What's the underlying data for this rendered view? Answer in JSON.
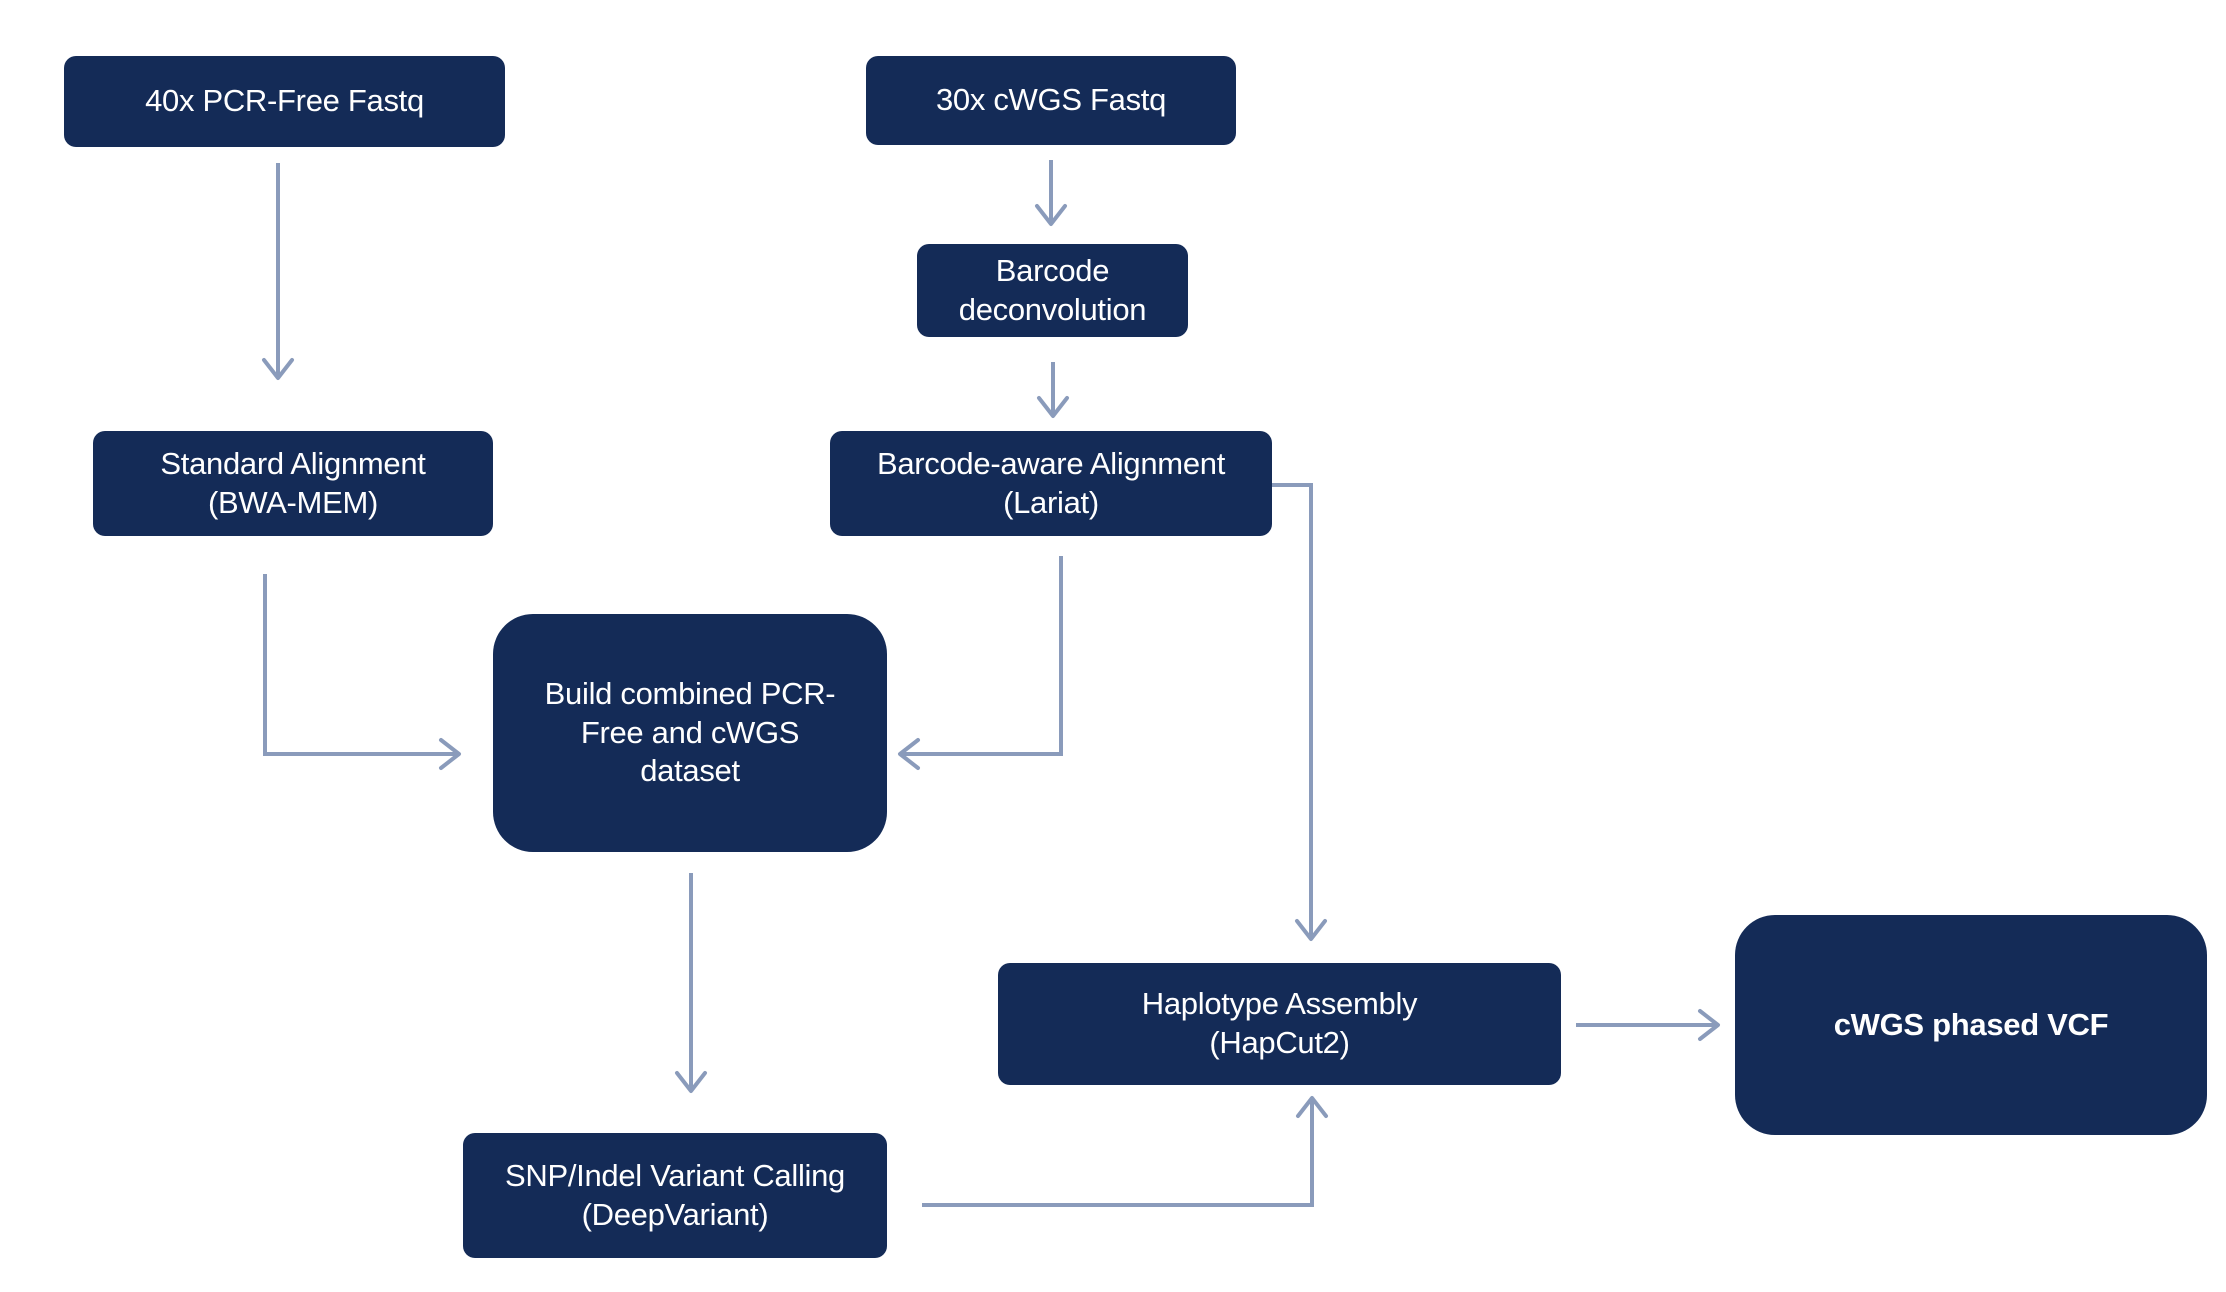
{
  "diagram": {
    "nodes": {
      "pcr_free_fastq": "40x PCR-Free Fastq",
      "cwgs_fastq": "30x cWGS Fastq",
      "barcode_deconvolution": "Barcode\ndeconvolution",
      "standard_alignment": "Standard Alignment\n(BWA-MEM)",
      "barcode_aware_alignment": "Barcode-aware Alignment\n(Lariat)",
      "combined_dataset": "Build combined PCR-\nFree and cWGS\ndataset",
      "variant_calling": "SNP/Indel Variant Calling\n(DeepVariant)",
      "haplotype_assembly": "Haplotype Assembly\n(HapCut2)",
      "phased_vcf": "cWGS phased VCF"
    },
    "edges": [
      [
        "pcr_free_fastq",
        "standard_alignment"
      ],
      [
        "cwgs_fastq",
        "barcode_deconvolution"
      ],
      [
        "barcode_deconvolution",
        "barcode_aware_alignment"
      ],
      [
        "standard_alignment",
        "combined_dataset"
      ],
      [
        "barcode_aware_alignment",
        "combined_dataset"
      ],
      [
        "barcode_aware_alignment",
        "haplotype_assembly"
      ],
      [
        "combined_dataset",
        "variant_calling"
      ],
      [
        "variant_calling",
        "haplotype_assembly"
      ],
      [
        "haplotype_assembly",
        "phased_vcf"
      ]
    ],
    "colors": {
      "node_fill": "#142b57",
      "node_text": "#ffffff",
      "connector": "#8a9bbb",
      "background": "#ffffff"
    }
  }
}
